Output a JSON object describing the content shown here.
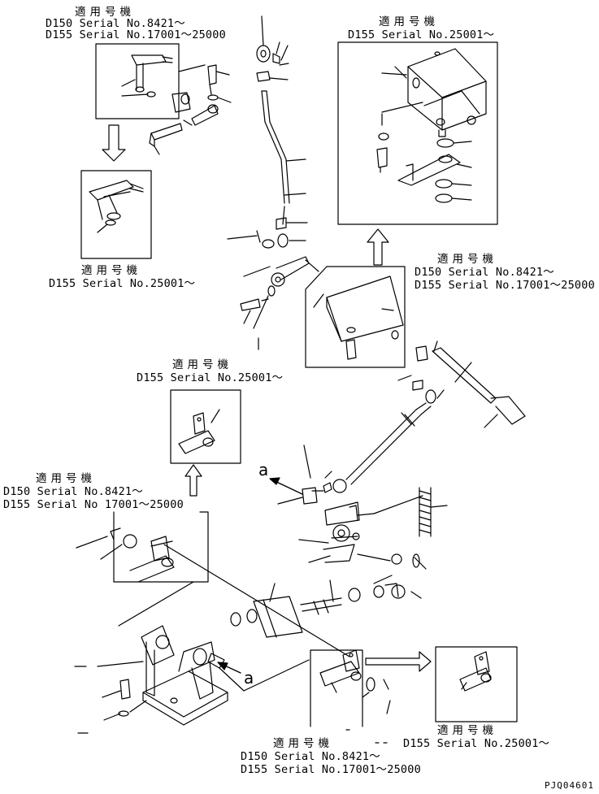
{
  "labels": {
    "applicable_models": "適用号機",
    "d150_serial": "D150 Serial No.8421～",
    "d155_serial_range": "D155 Serial No.17001～25000",
    "d155_serial_range_alt": "D155 Serial No 17001～25000",
    "d155_serial_new": "D155 Serial No.25001～"
  },
  "callouts": {
    "view_a_letter": "a"
  },
  "drawing_code": "PJQ04601"
}
